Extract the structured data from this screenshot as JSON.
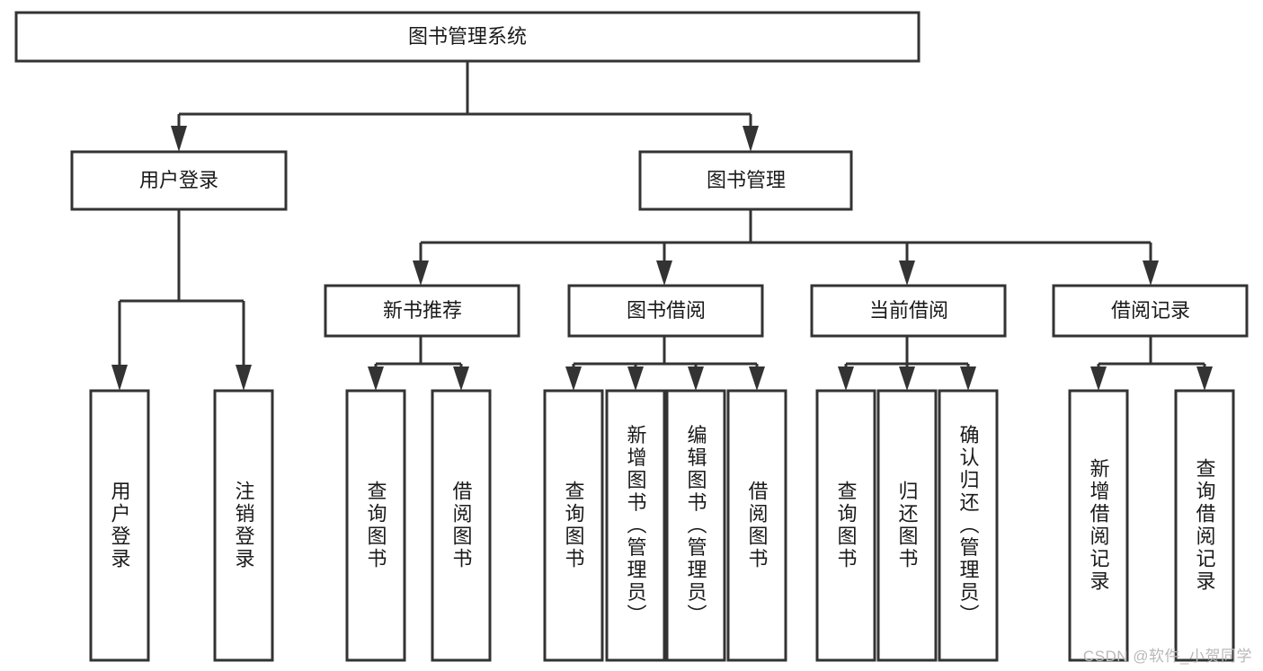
{
  "diagram": {
    "title": "图书管理系统",
    "type": "tree-hierarchy-diagram",
    "orientation": "top-down",
    "colors": {
      "box_fill": "#ffffff",
      "box_stroke": "#333333",
      "text": "#1a1a1a",
      "background": "#ffffff",
      "watermark": "#b8b8b8"
    },
    "root": {
      "label": "图书管理系统",
      "text_direction": "horizontal"
    },
    "level2": [
      {
        "label": "用户登录",
        "text_direction": "horizontal"
      },
      {
        "label": "图书管理",
        "text_direction": "horizontal"
      }
    ],
    "level3": [
      {
        "label": "新书推荐",
        "text_direction": "horizontal"
      },
      {
        "label": "图书借阅",
        "text_direction": "horizontal"
      },
      {
        "label": "当前借阅",
        "text_direction": "horizontal"
      },
      {
        "label": "借阅记录",
        "text_direction": "horizontal"
      }
    ],
    "leaves": {
      "user_login": [
        {
          "label": "用户登录",
          "text_direction": "vertical"
        },
        {
          "label": "注销登录",
          "text_direction": "vertical"
        }
      ],
      "new_book_recommend": [
        {
          "label": "查询图书",
          "text_direction": "vertical"
        },
        {
          "label": "借阅图书",
          "text_direction": "vertical"
        }
      ],
      "book_borrow": [
        {
          "label": "查询图书",
          "text_direction": "vertical"
        },
        {
          "label": "新增图书（管理员）",
          "text_direction": "vertical"
        },
        {
          "label": "编辑图书（管理员）",
          "text_direction": "vertical"
        },
        {
          "label": "借阅图书",
          "text_direction": "vertical"
        }
      ],
      "current_borrow": [
        {
          "label": "查询图书",
          "text_direction": "vertical"
        },
        {
          "label": "归还图书",
          "text_direction": "vertical"
        },
        {
          "label": "确认归还（管理员）",
          "text_direction": "vertical"
        }
      ],
      "borrow_record": [
        {
          "label": "新增借阅记录",
          "text_direction": "vertical"
        },
        {
          "label": "查询借阅记录",
          "text_direction": "vertical"
        }
      ]
    }
  },
  "watermark": {
    "text": "CSDN @软件_小贺同学"
  }
}
